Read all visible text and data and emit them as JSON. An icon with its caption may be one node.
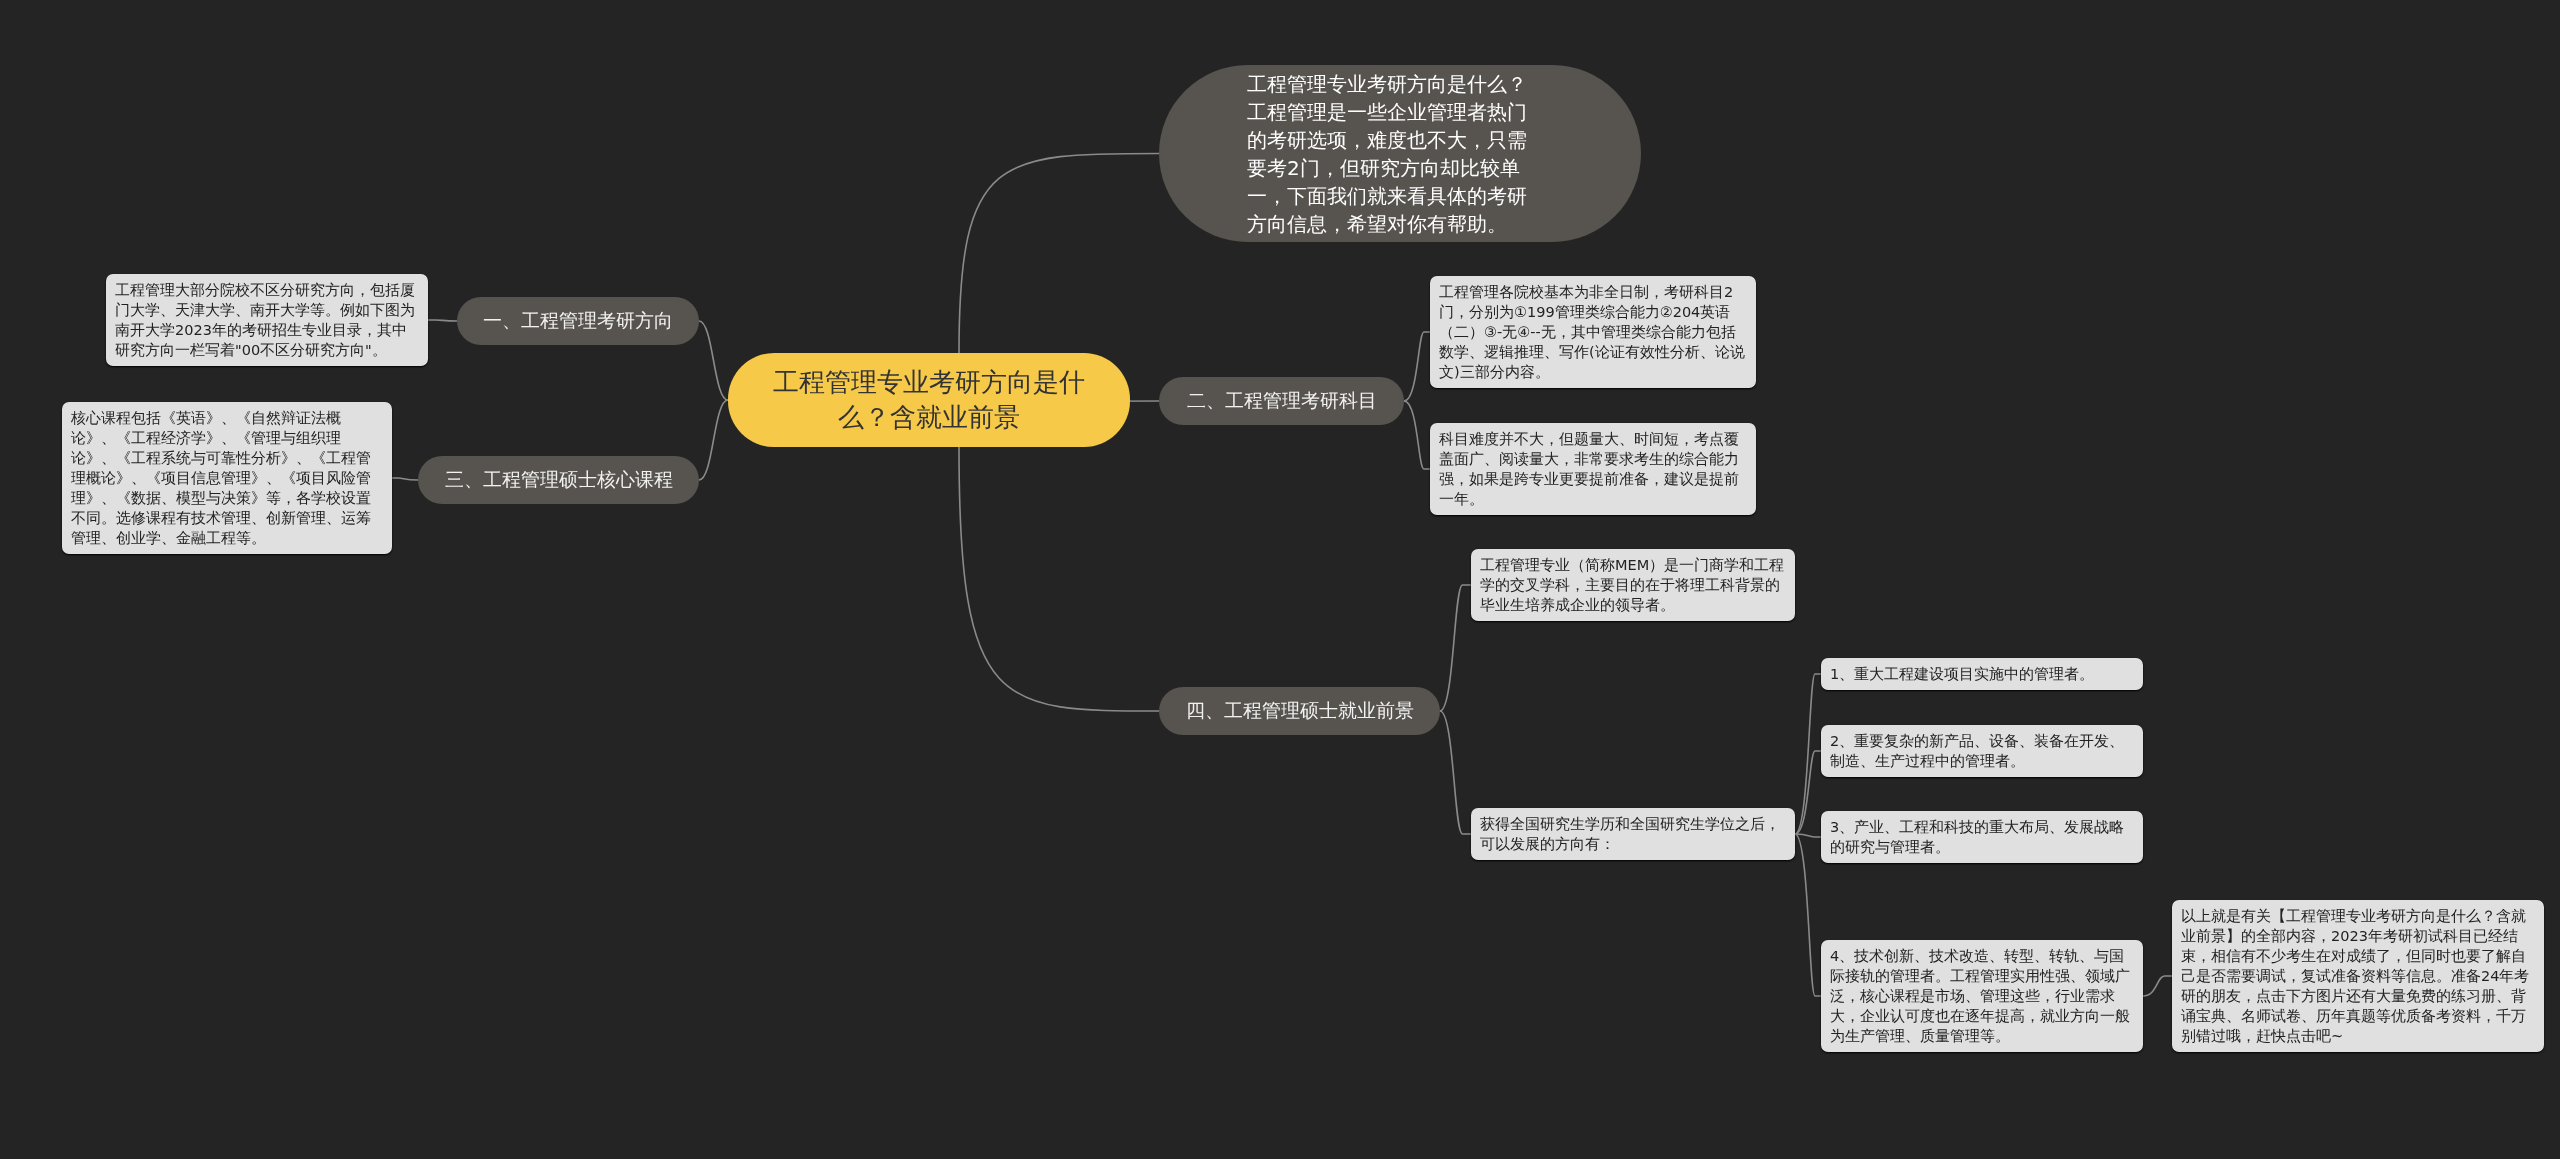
{
  "diagram": {
    "nodes": [
      {
        "text": [
          "工程管理专业考研方向是什么？含就业前景"
        ]
      },
      {
        "text": [
          "工程管理专业考研方向是什么？工程管理是一些企业管理者热门的考研选项，难度也不大，只需要考2门，但研究方向却比较单一，下面我们就来看具体的考研方向信息，希望对你有帮助。"
        ]
      },
      {
        "text": [
          "一、工程管理考研方向"
        ]
      },
      {
        "text": [
          "工程管理大部分院校不区分研究方向，包括厦门大学、天津大学、南开大学等。例如下图为南开大学2023年的考研招生专业目录，其中研究方向一栏写着\"00不区分研究方向\"。"
        ]
      },
      {
        "text": [
          "三、工程管理硕士核心课程"
        ]
      },
      {
        "text": [
          "核心课程包括《英语》、《自然辩证法概论》、《工程经济学》、《管理与组织理论》、《工程系统与可靠性分析》、《工程管理概论》、《项目信息管理》、《项目风险管理》、《数据、模型与决策》等，各学校设置不同。选修课程有技术管理、创新管理、运筹管理、创业学、金融工程等。"
        ]
      },
      {
        "text": [
          "二、工程管理考研科目"
        ]
      },
      {
        "text": [
          "工程管理各院校基本为非全日制，考研科目2门，分别为①199管理类综合能力②204英语（二）③-无④--无，其中管理类综合能力包括数学、逻辑推理、写作(论证有效性分析、论说文)三部分内容。"
        ]
      },
      {
        "text": [
          "科目难度并不大，但题量大、时间短，考点覆盖面广、阅读量大，非常要求考生的综合能力强，如果是跨专业更要提前准备，建议是提前一年。"
        ]
      },
      {
        "text": [
          "四、工程管理硕士就业前景"
        ]
      },
      {
        "text": [
          "工程管理专业（简称MEM）是一门商学和工程学的交叉学科，主要目的在于将理工科背景的毕业生培养成企业的领导者。"
        ]
      },
      {
        "text": [
          "获得全国研究生学历和全国研究生学位之后，可以发展的方向有："
        ]
      },
      {
        "text": [
          "1、重大工程建设项目实施中的管理者。"
        ]
      },
      {
        "text": [
          "2、重要复杂的新产品、设备、装备在开发、制造、生产过程中的管理者。"
        ]
      },
      {
        "text": [
          "3、产业、工程和科技的重大布局、发展战略的研究与管理者。"
        ]
      },
      {
        "text": [
          "4、技术创新、技术改造、转型、转轨、与国际接轨的管理者。工程管理实用性强、领域广泛，核心课程是市场、管理这些，行业需求大，企业认可度也在逐年提高，就业方向一般为生产管理、质量管理等。"
        ]
      },
      {
        "text": [
          "以上就是有关【工程管理专业考研方向是什么？含就业前景】的全部内容，2023年考研初试科目已经结束，相信有不少考生在对成绩了，但同时也要了解自己是否需要调试，复试准备资料等信息。准备24年考研的朋友，点击下方图片还有大量免费的练习册、背诵宝典、名师试卷、历年真题等优质备考资料，千万别错过哦，赶快点击吧~"
        ]
      }
    ],
    "edges": [
      {
        "from": 0,
        "to": 1,
        "arrow": "none"
      },
      {
        "from": 0,
        "to": 2,
        "arrow": "none"
      },
      {
        "from": 2,
        "to": 3,
        "arrow": "none"
      },
      {
        "from": 0,
        "to": 4,
        "arrow": "none"
      },
      {
        "from": 4,
        "to": 5,
        "arrow": "none"
      },
      {
        "from": 0,
        "to": 6,
        "arrow": "none"
      },
      {
        "from": 6,
        "to": 7,
        "arrow": "none"
      },
      {
        "from": 6,
        "to": 8,
        "arrow": "none"
      },
      {
        "from": 0,
        "to": 9,
        "arrow": "none"
      },
      {
        "from": 9,
        "to": 10,
        "arrow": "none"
      },
      {
        "from": 9,
        "to": 11,
        "arrow": "none"
      },
      {
        "from": 11,
        "to": 12,
        "arrow": "none"
      },
      {
        "from": 11,
        "to": 13,
        "arrow": "none"
      },
      {
        "from": 11,
        "to": 14,
        "arrow": "none"
      },
      {
        "from": 11,
        "to": 15,
        "arrow": "none"
      },
      {
        "from": 15,
        "to": 16,
        "arrow": "none"
      }
    ]
  }
}
